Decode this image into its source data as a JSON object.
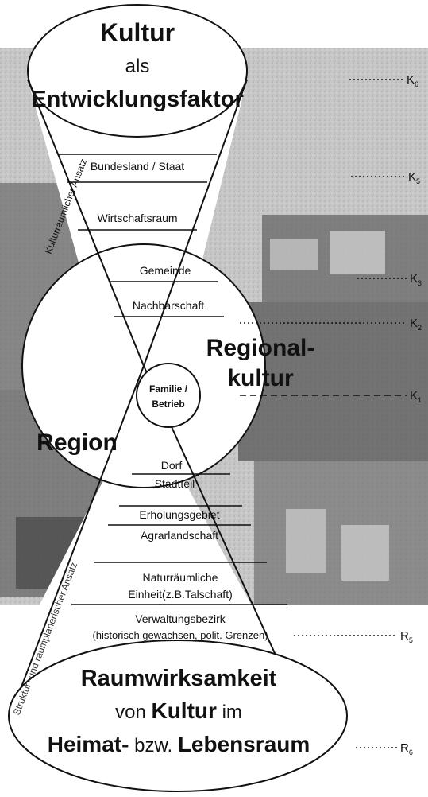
{
  "top_ellipse": {
    "line1": "Kultur",
    "line2": "als",
    "line3": "Entwicklungsfaktor"
  },
  "bottom_ellipse": {
    "line1": "Raumwirksamkeit",
    "line2_pre": "von ",
    "line2_bold": "Kultur",
    "line2_post": " im",
    "line3_bold1": "Heimat-",
    "line3_mid": " bzw. ",
    "line3_bold2": "Lebensraum"
  },
  "upper_funnel_levels": [
    "Bundesland / Staat",
    "Wirtschaftsraum"
  ],
  "circle_upper_levels": [
    "Gemeinde",
    "Nachbarschaft"
  ],
  "center": {
    "line1": "Familie /",
    "line2": "Betrieb"
  },
  "circle_right_label": {
    "line1": "Regional-",
    "line2": "kultur"
  },
  "circle_left_label": "Region",
  "circle_lower_levels": [
    "Dorf",
    "Stadtteil",
    "Erholungsgebiet",
    "Agrarlandschaft"
  ],
  "lower_funnel_levels": [
    "Naturräumliche",
    "Einheit(z.B.Talschaft)",
    "Verwaltungsbezirk",
    "(historisch gewachsen, polit. Grenzen)"
  ],
  "side_label": "Struktur- und raumplanerischer Ansatz",
  "side_label_upper_visible": "Kulturraumlicher Ansatz",
  "levels_right": [
    {
      "letter": "K",
      "sub": "6"
    },
    {
      "letter": "K",
      "sub": "5"
    },
    {
      "letter": "K",
      "sub": "3"
    },
    {
      "letter": "K",
      "sub": "2"
    },
    {
      "letter": "K",
      "sub": "1"
    },
    {
      "letter": "R",
      "sub": "5"
    },
    {
      "letter": "R",
      "sub": "6"
    }
  ],
  "colors": {
    "background_photo": "#8a8a8a",
    "shape_fill": "#ffffff",
    "line": "#111111"
  }
}
